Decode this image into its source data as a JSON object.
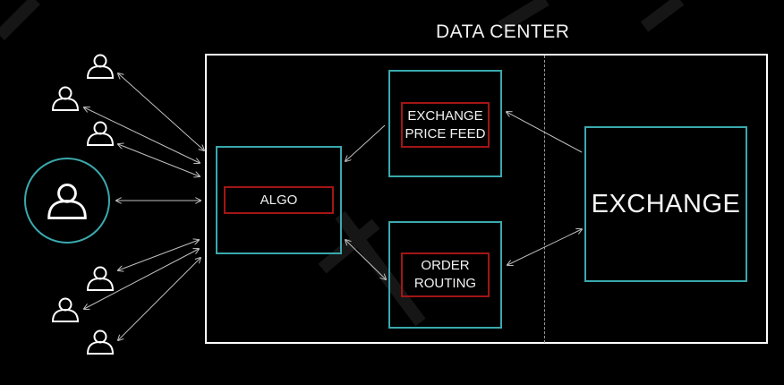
{
  "diagram": {
    "title": "DATA CENTER",
    "algo_label": "ALGO",
    "price_feed_label": "EXCHANGE\nPRICE FEED",
    "order_routing_label": "ORDER\nROUTING",
    "exchange_label": "EXCHANGE"
  },
  "colors": {
    "background": "#000000",
    "frame": "#ffffff",
    "teal": "#3aa9ad",
    "red": "#a31515",
    "arrow": "#bfbfbf"
  },
  "icons": {
    "user": "user-icon",
    "main_user": "user-circle-icon"
  }
}
